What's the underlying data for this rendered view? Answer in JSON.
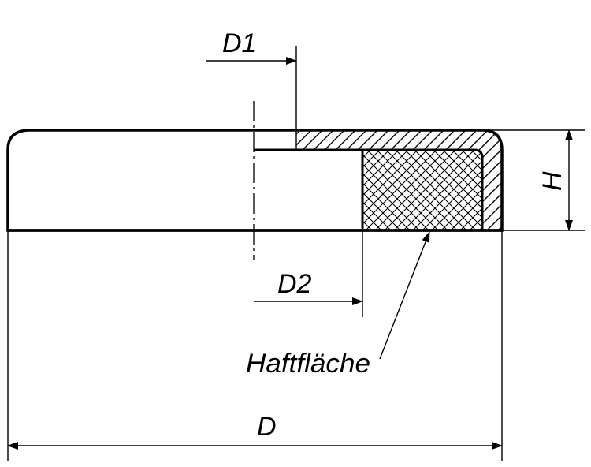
{
  "drawing": {
    "labels": {
      "d1": "D1",
      "d2": "D2",
      "h": "H",
      "d": "D",
      "haftflaeche": "Haftfläche"
    }
  },
  "colors": {
    "line": "#000000",
    "background": "#ffffff"
  }
}
